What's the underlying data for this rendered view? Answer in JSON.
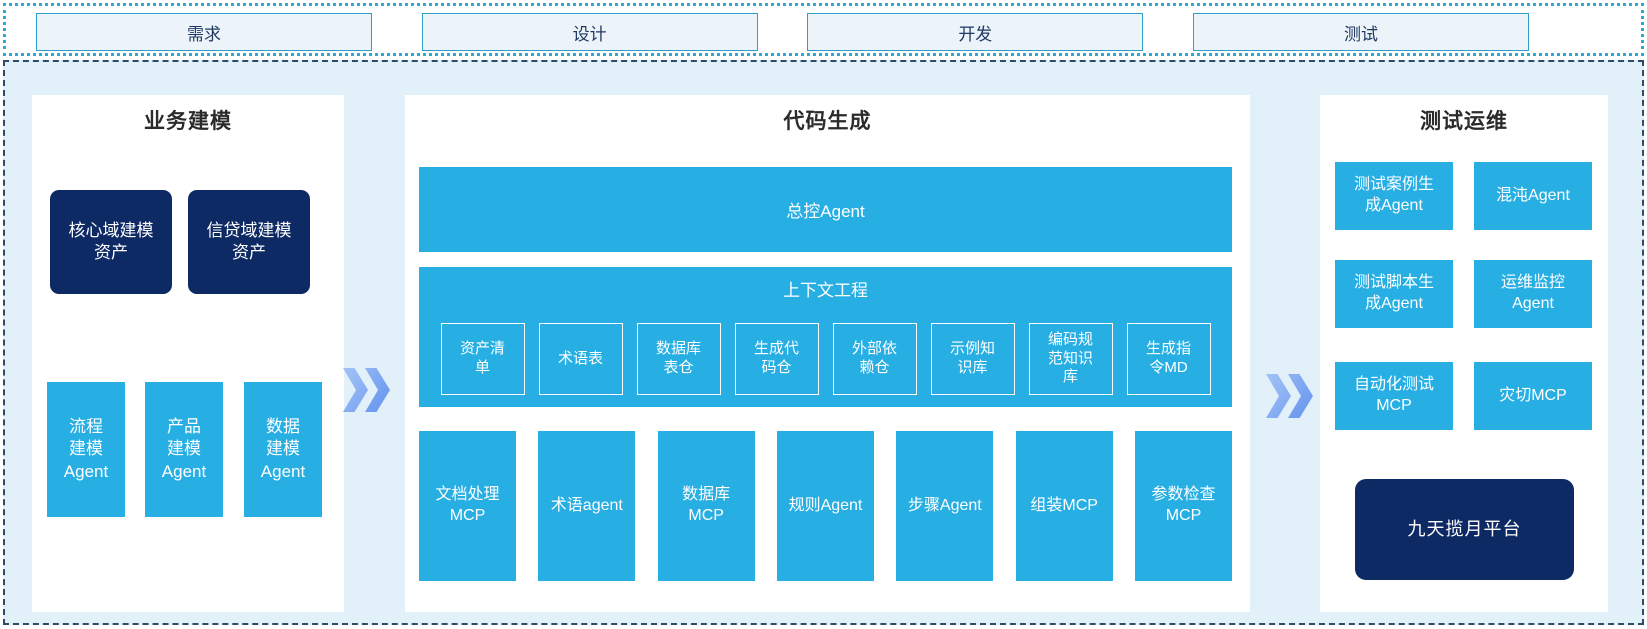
{
  "colors": {
    "cyan_box": "#27AFE4",
    "navy_box": "#0E2A64",
    "container_bg": "#E2F0FA",
    "panel_bg": "#FFFFFF",
    "arrow_blue": "#7BA6F1",
    "phase_box_bg": "#EDF4F9",
    "phase_box_border": "#2E9FCB",
    "dotted_border": "#2BAAD6",
    "dashed_border": "#2F4B66"
  },
  "phases": [
    {
      "label": "需求"
    },
    {
      "label": "设计"
    },
    {
      "label": "开发"
    },
    {
      "label": "测试"
    }
  ],
  "business_modeling": {
    "title": "业务建模",
    "asset_boxes": [
      {
        "label": "核心域建模资产"
      },
      {
        "label": "信贷域建模资产"
      }
    ],
    "agent_boxes": [
      {
        "label": "流程建模Agent"
      },
      {
        "label": "产品建模Agent"
      },
      {
        "label": "数据建模Agent"
      }
    ]
  },
  "code_generation": {
    "title": "代码生成",
    "master_agent": "总控Agent",
    "context_engineering": {
      "title": "上下文工程",
      "items": [
        {
          "label": "资产清单"
        },
        {
          "label": "术语表"
        },
        {
          "label": "数据库表仓"
        },
        {
          "label": "生成代码仓"
        },
        {
          "label": "外部依赖仓"
        },
        {
          "label": "示例知识库"
        },
        {
          "label": "编码规范知识库"
        },
        {
          "label": "生成指令MD"
        }
      ]
    },
    "tools": [
      {
        "label": "文档处理MCP"
      },
      {
        "label": "术语agent"
      },
      {
        "label": "数据库MCP"
      },
      {
        "label": "规则Agent"
      },
      {
        "label": "步骤Agent"
      },
      {
        "label": "组装MCP"
      },
      {
        "label": "参数检查MCP"
      }
    ]
  },
  "test_ops": {
    "title": "测试运维",
    "boxes": [
      {
        "label": "测试案例生成Agent"
      },
      {
        "label": "混沌Agent"
      },
      {
        "label": "测试脚本生成Agent"
      },
      {
        "label": "运维监控Agent"
      },
      {
        "label": "自动化测试MCP"
      },
      {
        "label": "灾切MCP"
      }
    ],
    "platform": {
      "label": "九天揽月平台"
    }
  }
}
